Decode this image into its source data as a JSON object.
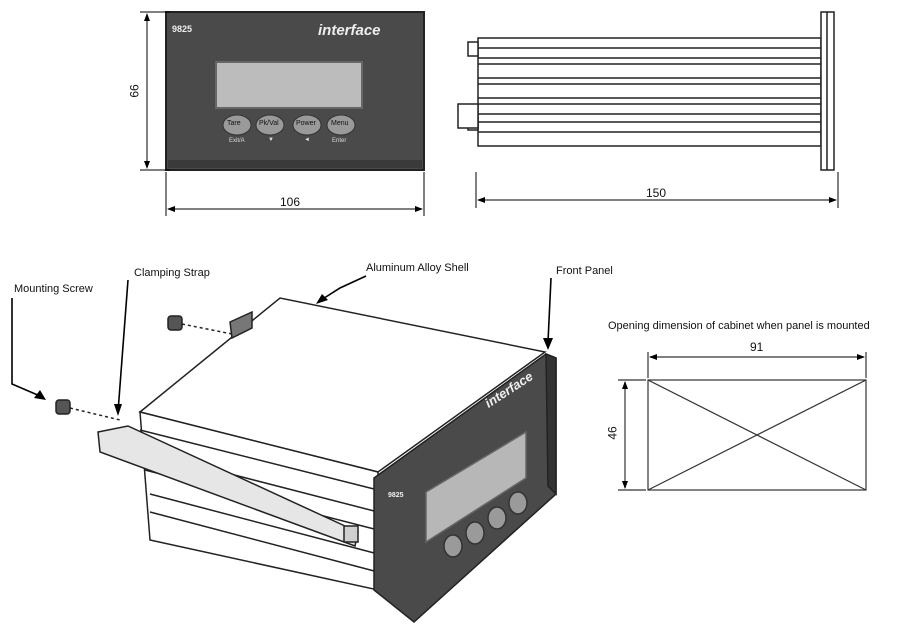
{
  "front_view": {
    "model": "9825",
    "brand": "interface",
    "buttons": [
      "Tare",
      "Pk/Val",
      "Power",
      "Menu"
    ],
    "sublabels": [
      "Exit/A",
      "▼",
      "◄",
      "Enter"
    ],
    "width_dim": "106",
    "height_dim": "66"
  },
  "side_view": {
    "depth_dim": "150"
  },
  "callouts": {
    "mounting_screw": "Mounting Screw",
    "clamping_strap": "Clamping Strap",
    "shell": "Aluminum Alloy Shell",
    "front_panel": "Front Panel"
  },
  "iso_panel": {
    "brand": "interface",
    "model": "9825"
  },
  "cutout": {
    "title": "Opening dimension of cabinet when panel is mounted",
    "width_dim": "91",
    "height_dim": "46"
  }
}
